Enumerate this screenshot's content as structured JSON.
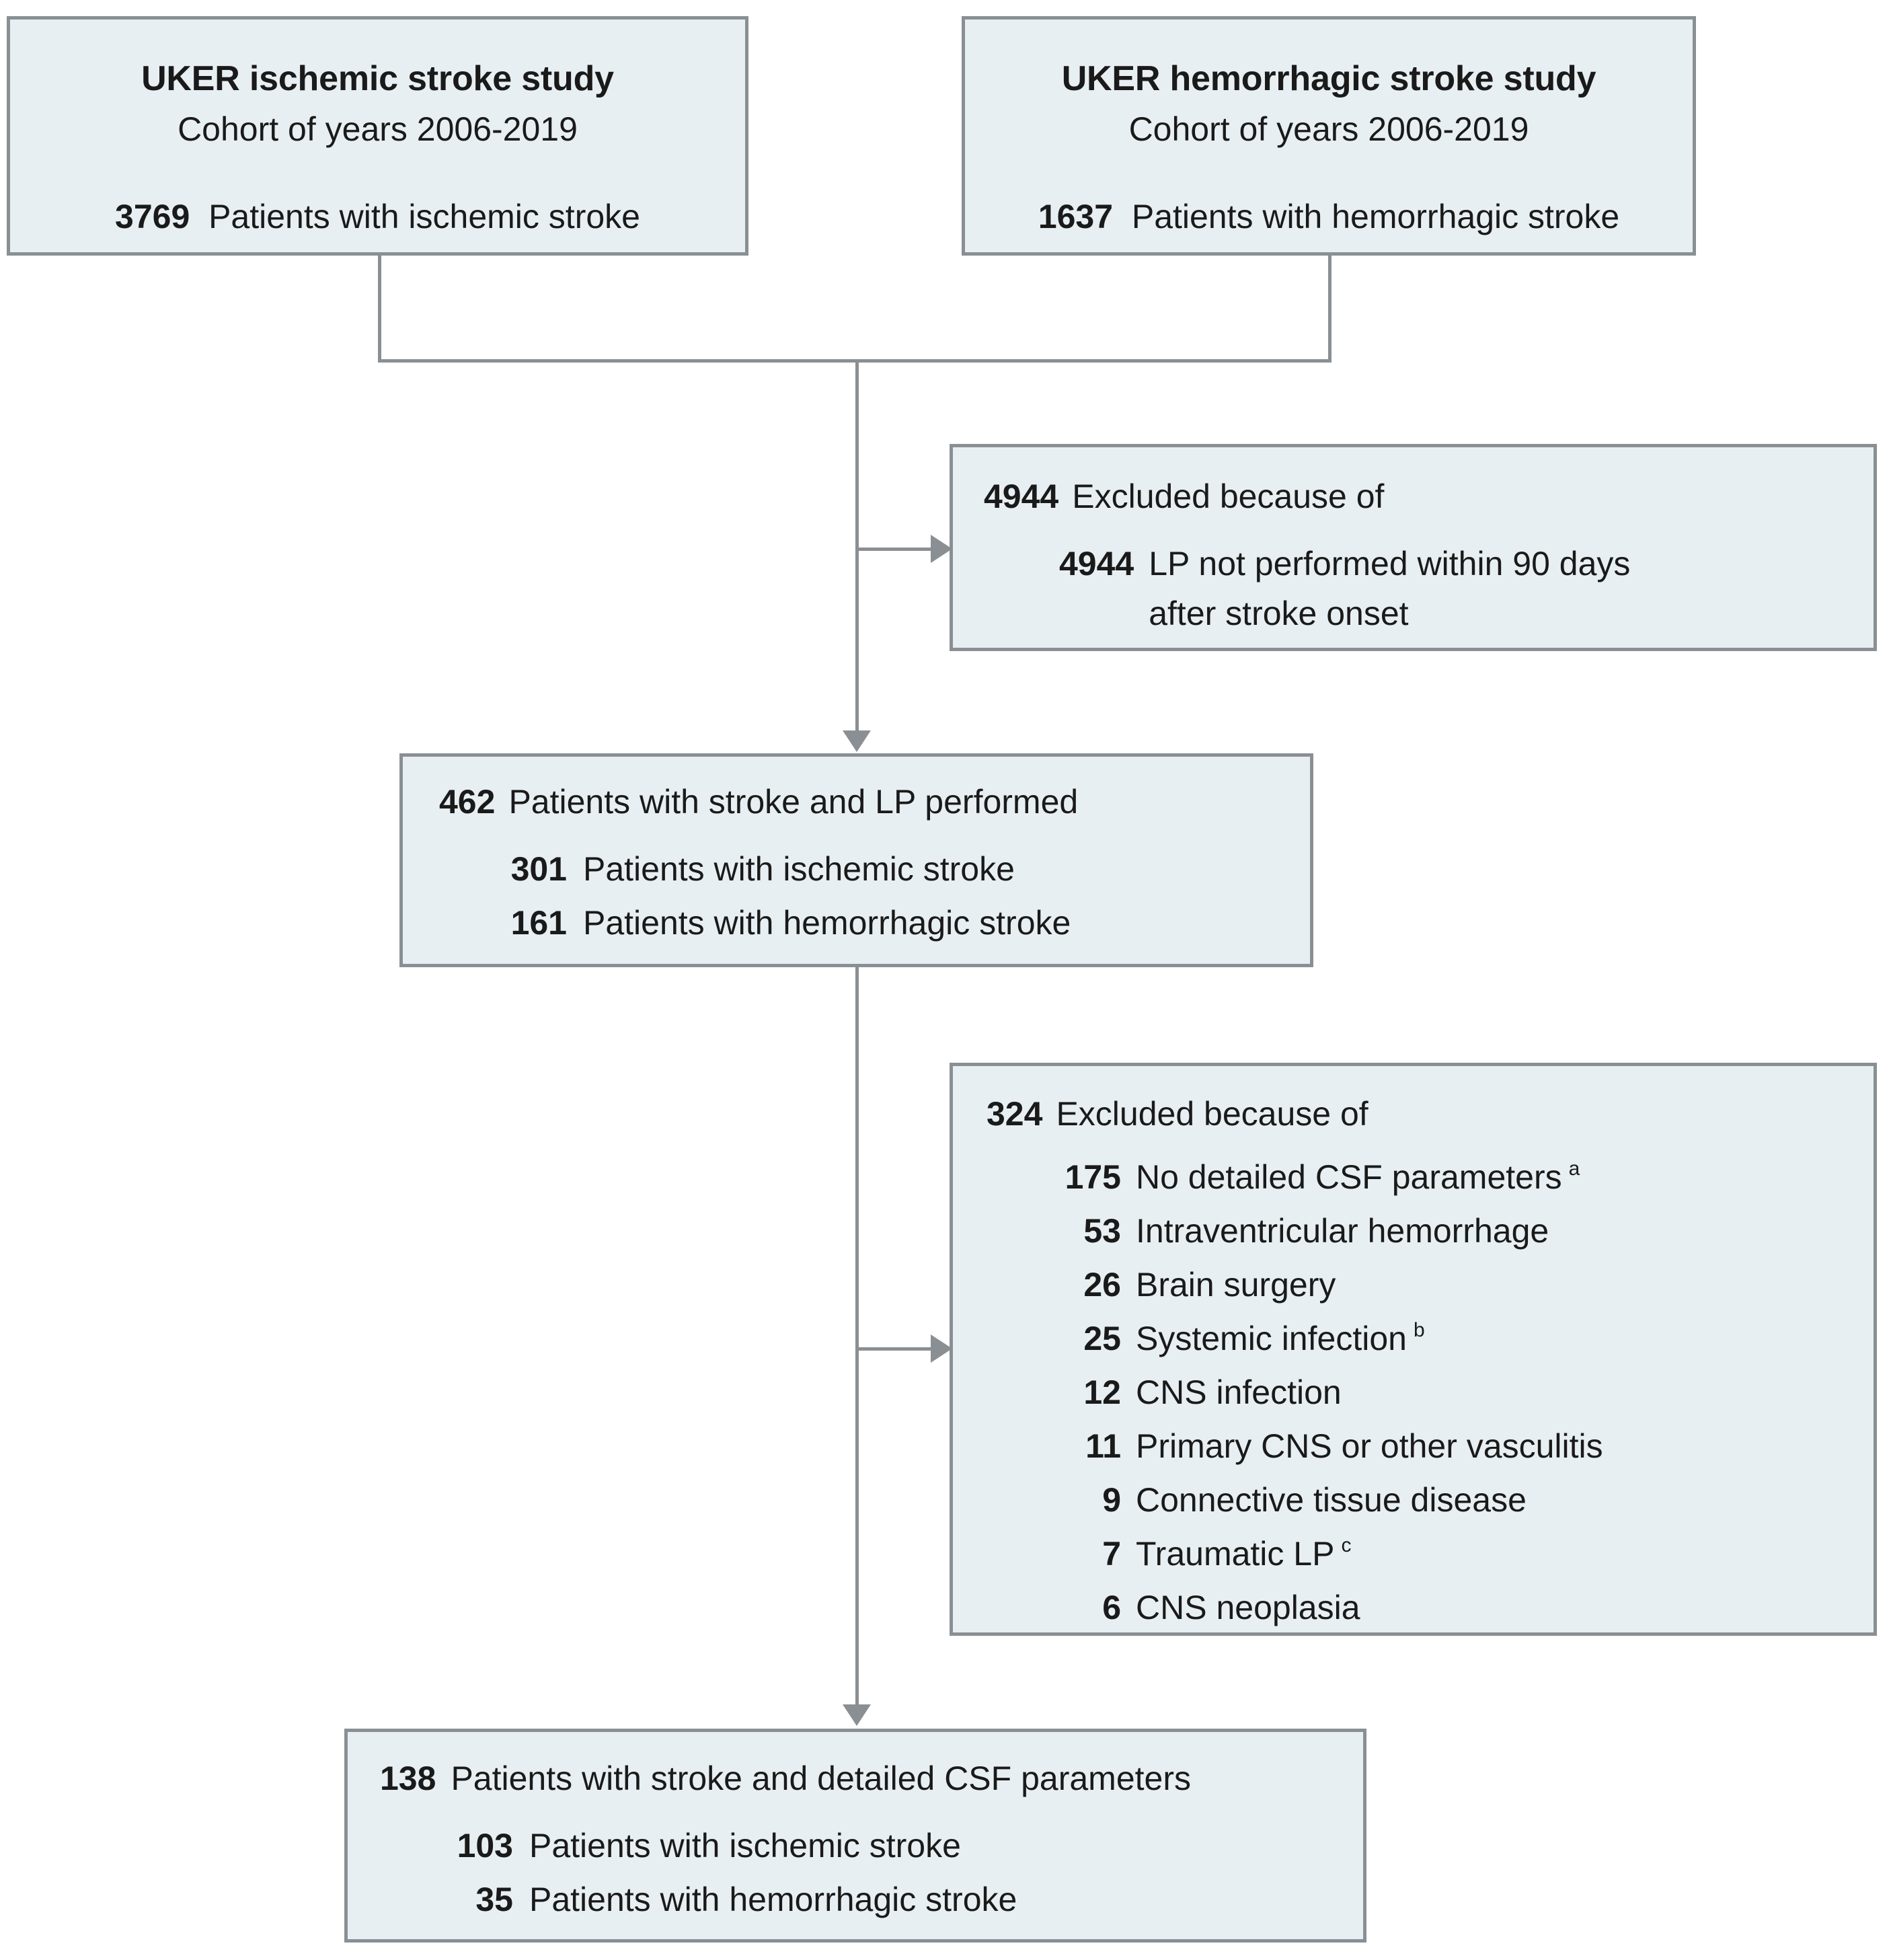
{
  "diagram": {
    "type": "study-flow-diagram",
    "colors": {
      "box_fill": "#e8eff2",
      "box_border": "#8a8f94",
      "connector": "#8a8f94",
      "text": "#1a1a1a"
    },
    "boxes": {
      "ischemic_study": {
        "title": "UKER ischemic stroke study",
        "subtitle": "Cohort of years 2006-2019",
        "count": "3769",
        "count_label": "Patients with ischemic stroke"
      },
      "hemorrhagic_study": {
        "title": "UKER hemorrhagic stroke study",
        "subtitle": "Cohort of years 2006-2019",
        "count": "1637",
        "count_label": "Patients with hemorrhagic stroke"
      },
      "excluded_lp": {
        "count": "4944",
        "header": "Excluded because of",
        "items": [
          {
            "n": "4944",
            "label": "LP not performed within 90 days",
            "label2": "after stroke onset"
          }
        ]
      },
      "lp_performed": {
        "count": "462",
        "header": "Patients with stroke and LP performed",
        "items": [
          {
            "n": "301",
            "label": "Patients with ischemic stroke"
          },
          {
            "n": "161",
            "label": "Patients with hemorrhagic stroke"
          }
        ]
      },
      "excluded_reasons": {
        "count": "324",
        "header": "Excluded because of",
        "items": [
          {
            "n": "175",
            "label": "No detailed CSF parameters",
            "sup": "a"
          },
          {
            "n": "53",
            "label": "Intraventricular hemorrhage",
            "sup": ""
          },
          {
            "n": "26",
            "label": "Brain surgery",
            "sup": ""
          },
          {
            "n": "25",
            "label": "Systemic infection",
            "sup": "b"
          },
          {
            "n": "12",
            "label": "CNS infection",
            "sup": ""
          },
          {
            "n": "11",
            "label": "Primary CNS or other vasculitis",
            "sup": ""
          },
          {
            "n": "9",
            "label": "Connective tissue disease",
            "sup": ""
          },
          {
            "n": "7",
            "label": "Traumatic LP",
            "sup": "c"
          },
          {
            "n": "6",
            "label": "CNS neoplasia",
            "sup": ""
          }
        ]
      },
      "final_cohort": {
        "count": "138",
        "header": "Patients with stroke and detailed CSF parameters",
        "items": [
          {
            "n": "103",
            "label": "Patients with ischemic stroke"
          },
          {
            "n": "35",
            "label": "Patients with hemorrhagic stroke"
          }
        ]
      }
    }
  }
}
